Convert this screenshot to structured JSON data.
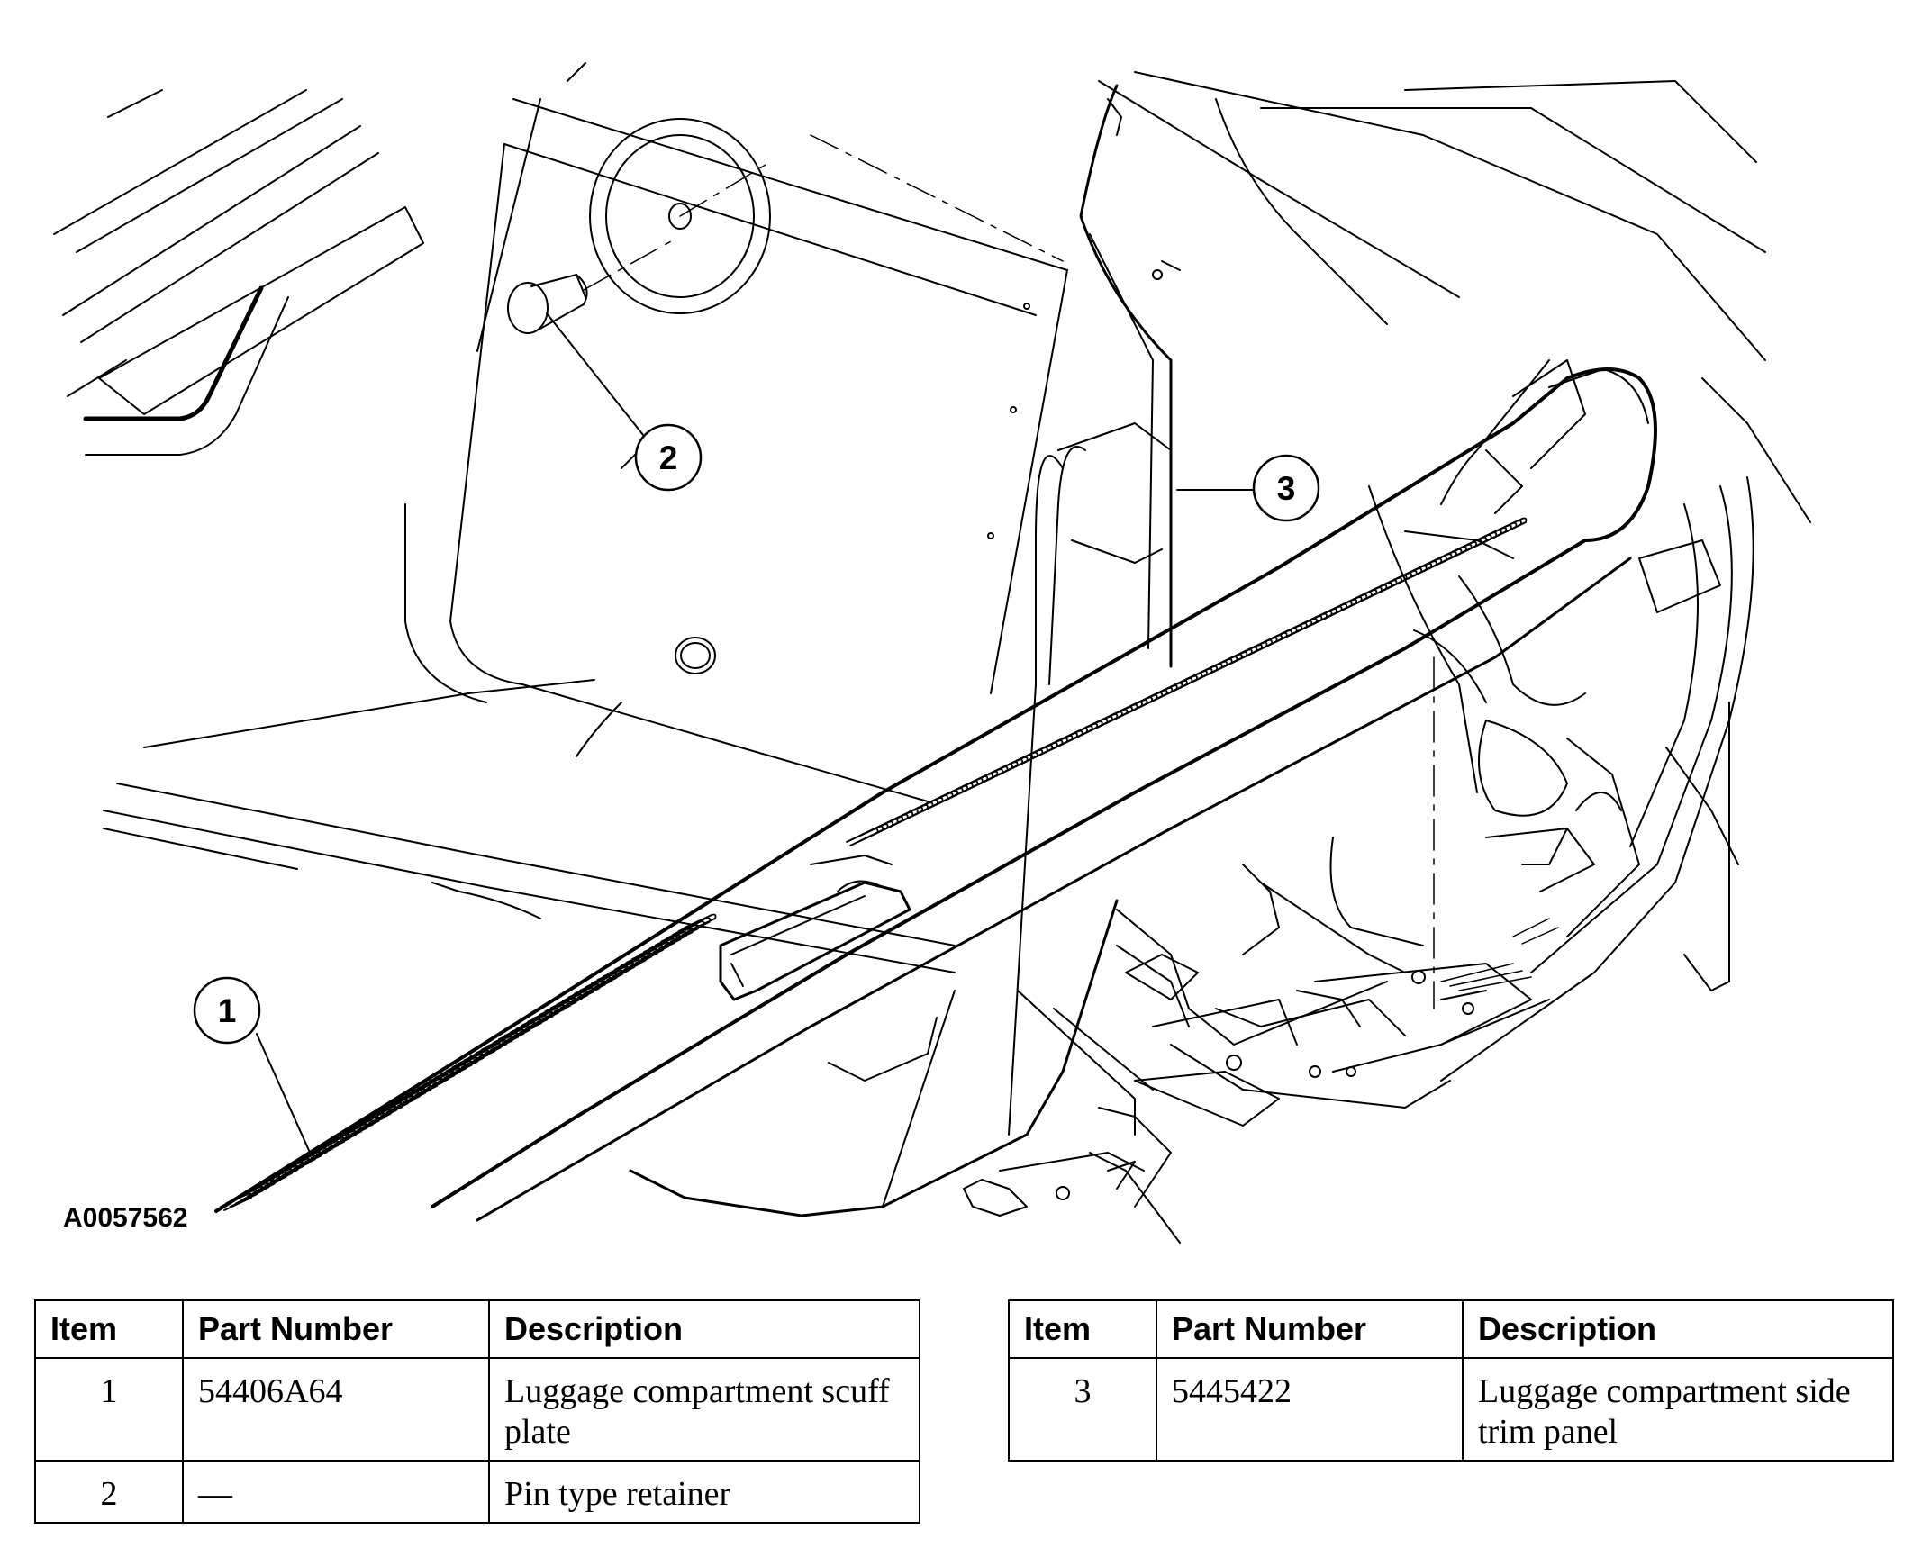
{
  "figure": {
    "id": "A0057562",
    "callouts": [
      {
        "label": "1",
        "target": "scuff-plate"
      },
      {
        "label": "2",
        "target": "pin-type-retainer"
      },
      {
        "label": "3",
        "target": "side-trim-panel"
      }
    ]
  },
  "tables": [
    {
      "headers": {
        "item": "Item",
        "part_number": "Part Number",
        "description": "Description"
      },
      "rows": [
        {
          "item": "1",
          "part_number": "54406A64",
          "description": "Luggage compartment scuff plate"
        },
        {
          "item": "2",
          "part_number": "—",
          "description": "Pin type retainer"
        }
      ]
    },
    {
      "headers": {
        "item": "Item",
        "part_number": "Part Number",
        "description": "Description"
      },
      "rows": [
        {
          "item": "3",
          "part_number": "5445422",
          "description": "Luggage compartment side trim panel"
        }
      ]
    }
  ]
}
